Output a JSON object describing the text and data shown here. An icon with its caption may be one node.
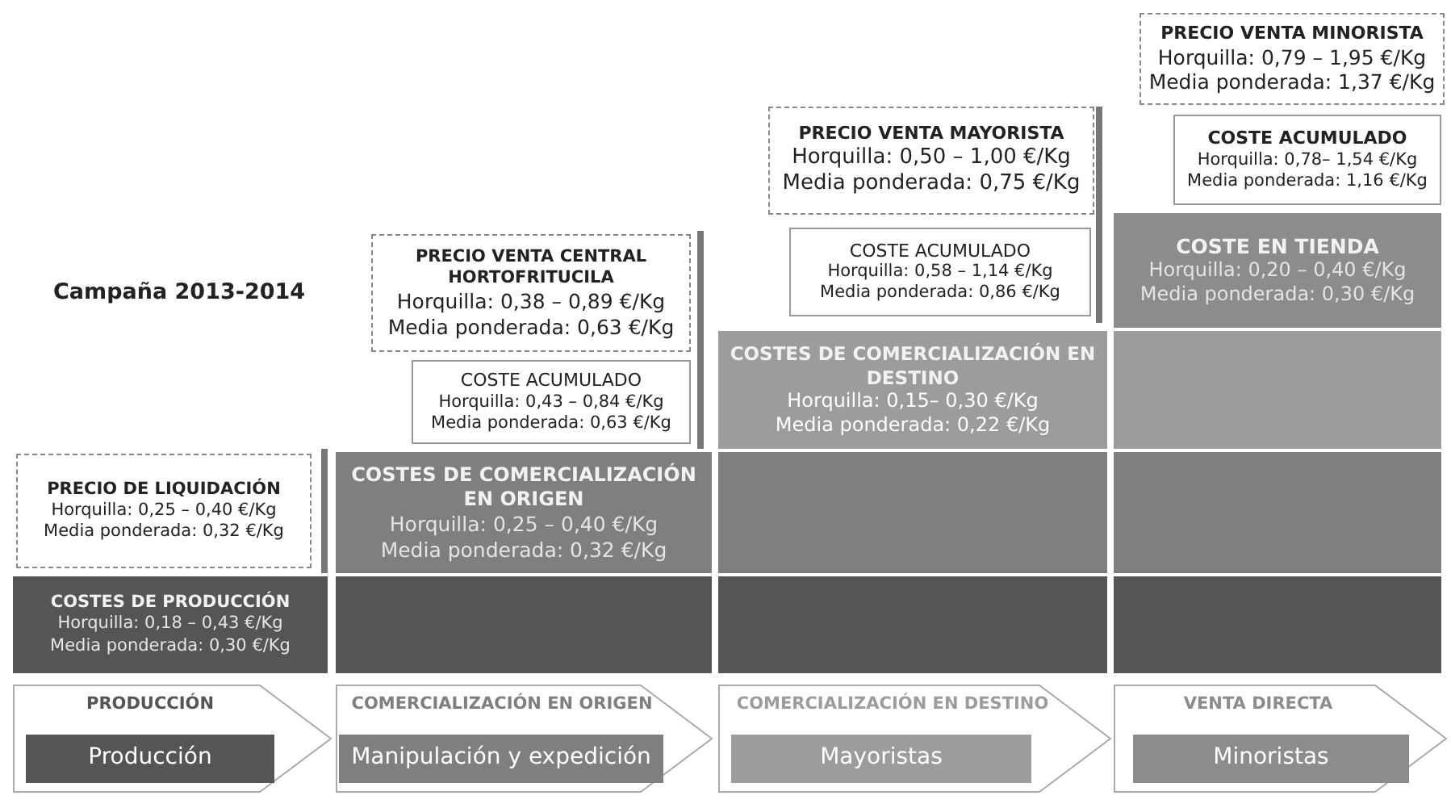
{
  "diagram": {
    "nodes": [
      {
        "text": [
          "PRECIO VENTA MINORISTA",
          "Horquilla: 0,79 – 1,95 €/Kg",
          "Media ponderada: 1,37 €/Kg"
        ]
      },
      {
        "text": [
          "PRECIO VENTA MAYORISTA",
          "Horquilla: 0,50 – 1,00 €/Kg",
          "Media ponderada: 0,75 €/Kg"
        ]
      },
      {
        "text": [
          "COSTE ACUMULADO",
          "Horquilla: 0,78– 1,54 €/Kg",
          "Media ponderada: 1,16 €/Kg"
        ]
      },
      {
        "text": [
          "PRECIO VENTA CENTRAL HORTOFRITUCILA",
          "Horquilla: 0,38 – 0,89 €/Kg",
          "Media ponderada: 0,63 €/Kg"
        ]
      },
      {
        "text": [
          "COSTE ACUMULADO",
          "Horquilla: 0,58 – 1,14 €/Kg",
          "Media ponderada: 0,86 €/Kg"
        ]
      },
      {
        "text": [
          "COSTE EN TIENDA",
          "Horquilla: 0,20 – 0,40 €/Kg",
          "Media ponderada: 0,30 €/Kg"
        ]
      },
      {
        "text": [
          "COSTE ACUMULADO",
          "Horquilla: 0,43 – 0,84 €/Kg",
          "Media ponderada: 0,63 €/Kg"
        ]
      },
      {
        "text": [
          "COSTES DE COMERCIALIZACIÓN EN DESTINO",
          "Horquilla: 0,15– 0,30 €/Kg",
          "Media ponderada: 0,22 €/Kg"
        ]
      },
      {
        "text": [],
        "shape": "box"
      },
      {
        "text": [
          "PRECIO DE LIQUIDACIÓN",
          "Horquilla: 0,25 – 0,40 €/Kg",
          "Media ponderada: 0,32 €/Kg"
        ]
      },
      {
        "text": [
          "COSTES DE COMERCIALIZACIÓN EN ORIGEN",
          "Horquilla: 0,25 – 0,40 €/Kg",
          "Media ponderada: 0,32 €/Kg"
        ]
      },
      {
        "text": [],
        "shape": "box"
      },
      {
        "text": [],
        "shape": "box"
      },
      {
        "text": [
          "COSTES DE PRODUCCIÓN",
          "Horquilla: 0,18 – 0,43 €/Kg",
          "Media ponderada: 0,30 €/Kg"
        ]
      },
      {
        "text": [],
        "shape": "box"
      },
      {
        "text": [],
        "shape": "box"
      },
      {
        "text": [],
        "shape": "box"
      },
      {
        "text": [
          "PRODUCCIÓN"
        ]
      },
      {
        "text": [
          "Producción"
        ],
        "in": 17
      },
      {
        "text": [
          "COMERCIALIZACIÓN EN ORIGEN"
        ]
      },
      {
        "text": [
          "Manipulación y expedición"
        ],
        "in": 19
      },
      {
        "text": [
          "COMERCIALIZACIÓN EN DESTINO"
        ]
      },
      {
        "text": [
          "Mayoristas"
        ],
        "in": 21
      },
      {
        "text": [
          "VENTA  DIRECTA"
        ]
      },
      {
        "text": [
          "Minoristas"
        ],
        "in": 23
      }
    ],
    "edges": [],
    "labels": [
      "Campaña 2013-2014"
    ]
  }
}
